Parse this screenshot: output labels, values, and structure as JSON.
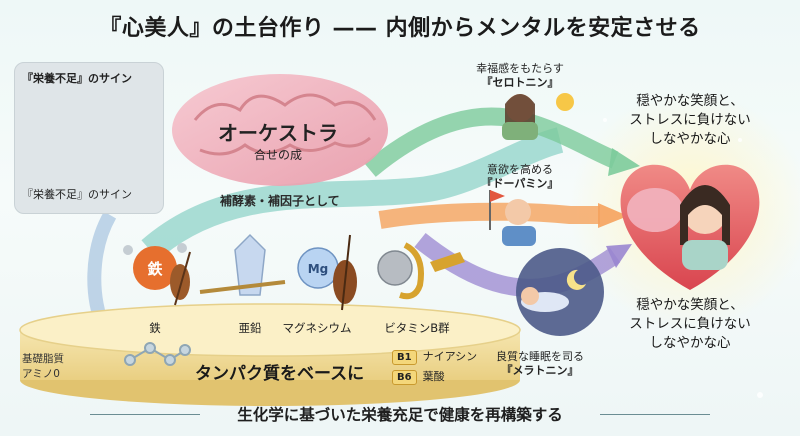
{
  "title": "『心美人』の土台作り —— 内側からメンタルを安定させる",
  "deficiency_panel": {
    "label_top": "『栄養不足』のサイン",
    "label_bottom": "『栄養不足』のサイン"
  },
  "brain": {
    "title": "オーケストラ",
    "subtitle": "合せの成"
  },
  "flow_label": "補酵素・補因子として",
  "nutrients": [
    {
      "label": "鉄",
      "icon": "iron-violin"
    },
    {
      "label": "亜鉛",
      "icon": "zinc-crystal-flute"
    },
    {
      "label": "マグネシウム",
      "icon": "magnesium-cello"
    },
    {
      "label": "ビタミンB群",
      "icon": "vitamin-saxophone"
    }
  ],
  "platform": {
    "title": "タンパク質をベースに",
    "side_label_line1": "基礎脂質",
    "side_label_line2": "アミノ0",
    "b_items": [
      {
        "badge": "B1",
        "text": "ナイアシン"
      },
      {
        "badge": "B6",
        "text": "葉酸"
      }
    ]
  },
  "outcomes": [
    {
      "line1": "幸福感をもたらす",
      "line2": "『セロトニン』",
      "icon": "happy-woman-sun"
    },
    {
      "line1": "意欲を高める",
      "line2": "『ドーパミン』",
      "icon": "motivated-man-flag"
    },
    {
      "line1": "良質な睡眠を司る",
      "line2": "『メラトニン』",
      "icon": "sleeping-person-moon"
    }
  ],
  "results": {
    "top": [
      "穏やかな笑顔と、",
      "ストレスに負けない",
      "しなやかな心"
    ],
    "bottom": [
      "穏やかな笑顔と、",
      "ストレスに負けない",
      "しなやかな心"
    ]
  },
  "footer": "生化学に基づいた栄養充足で健康を再構築する",
  "colors": {
    "flow_teal": "#8fd3c8",
    "flow_green": "#7ccb9b",
    "flow_orange": "#f5a25d",
    "flow_purple": "#9a86d0",
    "brain_pink": "#f2a8b6",
    "heart_red": "#e8636a"
  }
}
